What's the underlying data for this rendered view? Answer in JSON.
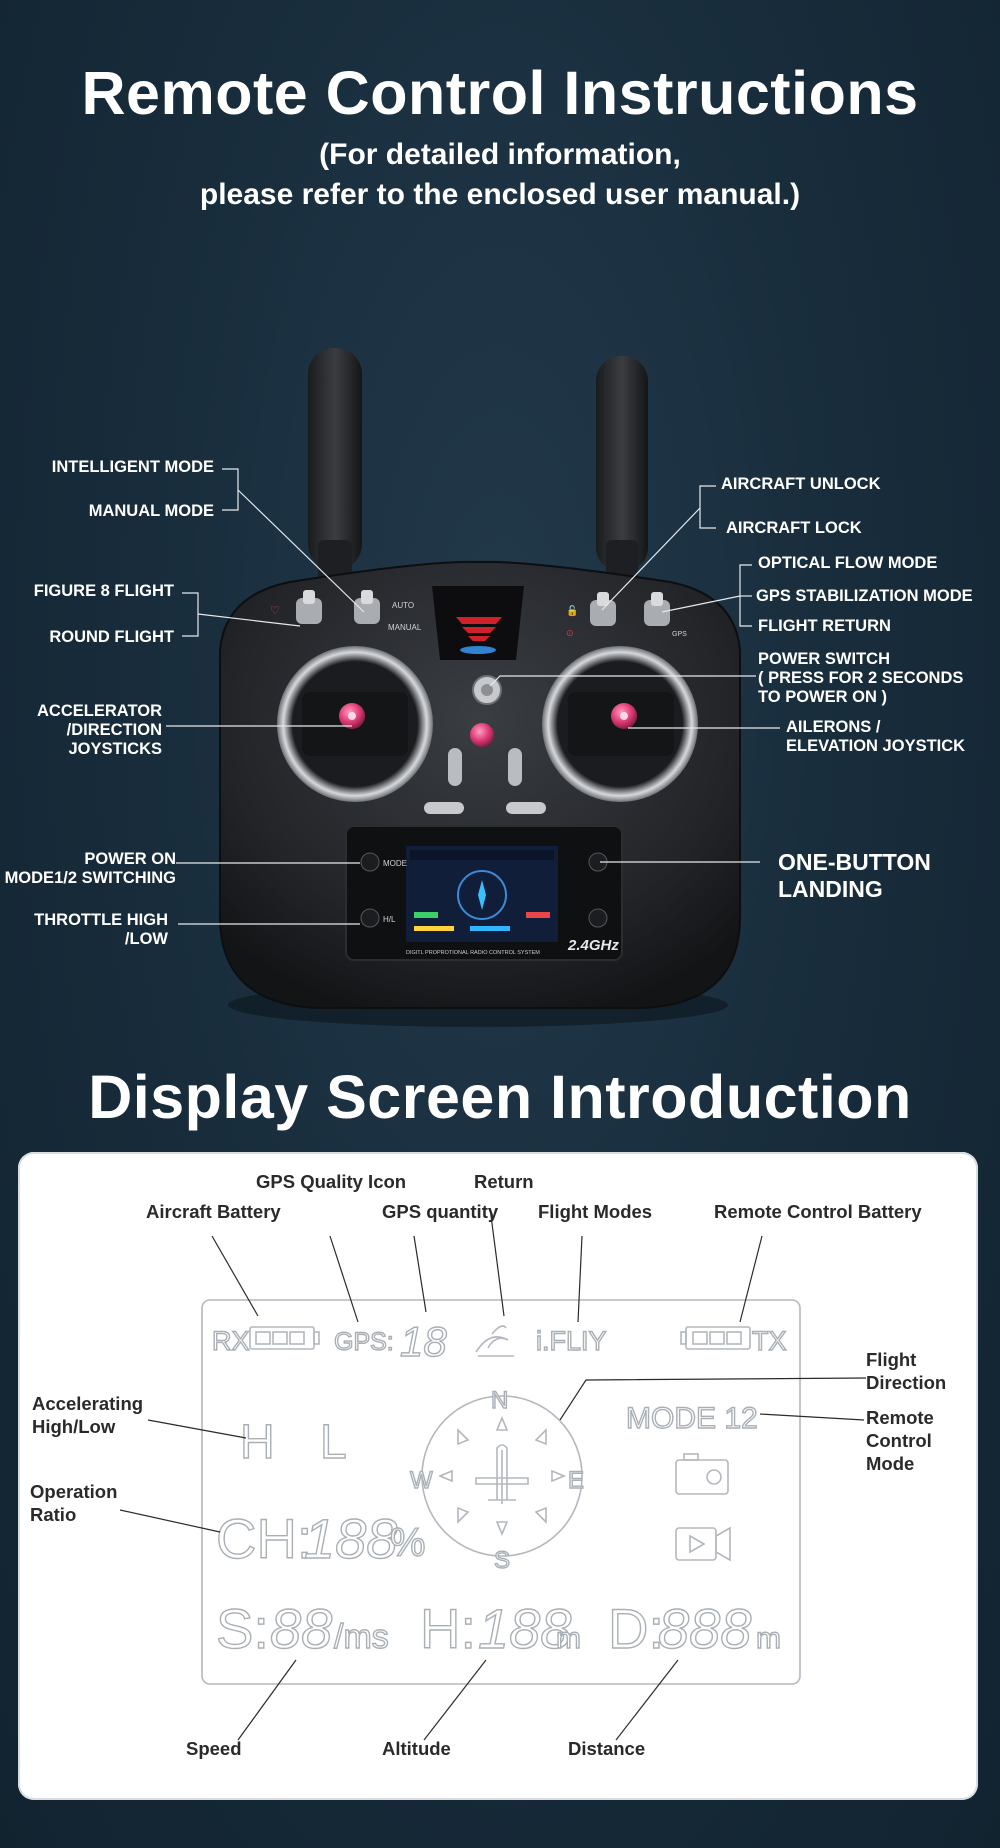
{
  "header": {
    "title": "Remote Control Instructions",
    "subtitle_line1": "(For detailed information,",
    "subtitle_line2": "please refer to the enclosed user manual.)"
  },
  "controller": {
    "switch_labels": {
      "auto": "AUTO",
      "manual": "MANUAL",
      "mode": "MODE",
      "hl": "H/L",
      "gps": "GPS"
    },
    "freq_label": "2.4GHz",
    "screen_footer": "DIGITL PROPROTIONAL RADIO CONTROL SYSTEM",
    "callouts": {
      "intelligent_mode": "INTELLIGENT MODE",
      "manual_mode": "MANUAL MODE",
      "figure8": "FIGURE 8 FLIGHT",
      "round_flight": "ROUND FLIGHT",
      "accelerator_l1": "ACCELERATOR",
      "accelerator_l2": "/DIRECTION",
      "accelerator_l3": "JOYSTICKS",
      "power_on_l1": "POWER ON",
      "power_on_l2": "MODE1/2 SWITCHING",
      "throttle_l1": "THROTTLE HIGH",
      "throttle_l2": "/LOW",
      "aircraft_unlock": "AIRCRAFT UNLOCK",
      "aircraft_lock": "AIRCRAFT LOCK",
      "optical_flow": "OPTICAL FLOW MODE",
      "gps_stab": "GPS STABILIZATION MODE",
      "flight_return": "FLIGHT RETURN",
      "power_switch_l1": "POWER SWITCH",
      "power_switch_l2": "( PRESS FOR 2 SECONDS",
      "power_switch_l3": "TO POWER ON )",
      "ailerons_l1": "AILERONS /",
      "ailerons_l2": "ELEVATION JOYSTICK",
      "landing_l1": "ONE-BUTTON",
      "landing_l2": "LANDING"
    }
  },
  "display_section": {
    "title": "Display Screen Introduction",
    "labels": {
      "gps_quality_icon": "GPS Quality Icon",
      "return": "Return",
      "aircraft_battery": "Aircraft Battery",
      "gps_quantity": "GPS quantity",
      "flight_modes": "Flight Modes",
      "rc_battery": "Remote Control Battery",
      "flight_direction_l1": "Flight",
      "flight_direction_l2": "Direction",
      "rc_mode_l1": "Remote",
      "rc_mode_l2": "Control",
      "rc_mode_l3": "Mode",
      "accel_l1": "Accelerating",
      "accel_l2": "High/Low",
      "op_ratio_l1": "Operation",
      "op_ratio_l2": "Ratio",
      "speed": "Speed",
      "altitude": "Altitude",
      "distance": "Distance"
    },
    "lcd": {
      "rx": "RX",
      "gps": "GPS:",
      "gps_digits": "18",
      "mode_text": "i.FLIY",
      "tx": "TX",
      "h": "H",
      "l": "L",
      "mode12": "MODE 12",
      "compass_n": "N",
      "compass_s": "S",
      "compass_e": "E",
      "compass_w": "W",
      "ch": "CH:",
      "ch_digits": "188",
      "percent": "%",
      "s": "S:",
      "s_digits": "88",
      "ms": "/ms",
      "alt": "H:",
      "alt_digits": "188",
      "m1": "m",
      "d": "D:",
      "d_digits": "888",
      "m2": "m"
    }
  },
  "colors": {
    "background": "#172b3a",
    "lcd_stroke": "#b9bec4",
    "panel": "#ffffff",
    "accent_pink": "#e2407a"
  }
}
